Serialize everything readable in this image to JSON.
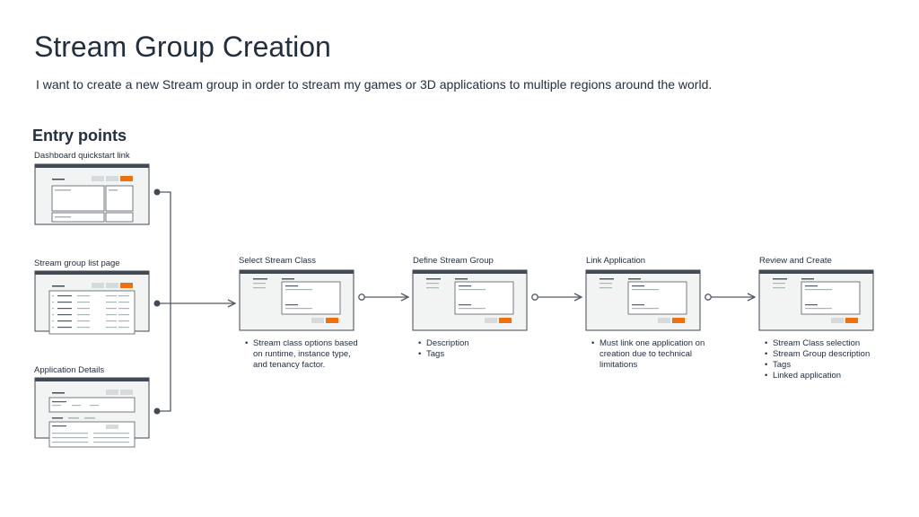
{
  "header": {
    "title": "Stream Group Creation",
    "subtitle": "I want to create a new Stream group in order to stream my games or 3D applications to multiple regions around the world."
  },
  "entry_points": {
    "heading": "Entry points",
    "items": [
      {
        "label": "Dashboard quickstart link"
      },
      {
        "label": "Stream group list page"
      },
      {
        "label": "Application Details"
      }
    ]
  },
  "steps": [
    {
      "title": "Select Stream Class",
      "bullets": [
        "Stream class options based on runtime, instance type, and tenancy factor."
      ]
    },
    {
      "title": "Define Stream Group",
      "bullets": [
        "Description",
        "Tags"
      ]
    },
    {
      "title": "Link Application",
      "bullets": [
        "Must link one application on creation due to technical limitations"
      ]
    },
    {
      "title": "Review and Create",
      "bullets": [
        "Stream Class selection",
        "Stream Group description",
        "Tags",
        "Linked application"
      ]
    }
  ],
  "colors": {
    "accent": "#ec7211",
    "dark": "#414a55",
    "line": "#545b64",
    "frame_bg": "#f2f3f3",
    "placeholder": "#d5dbdb"
  }
}
